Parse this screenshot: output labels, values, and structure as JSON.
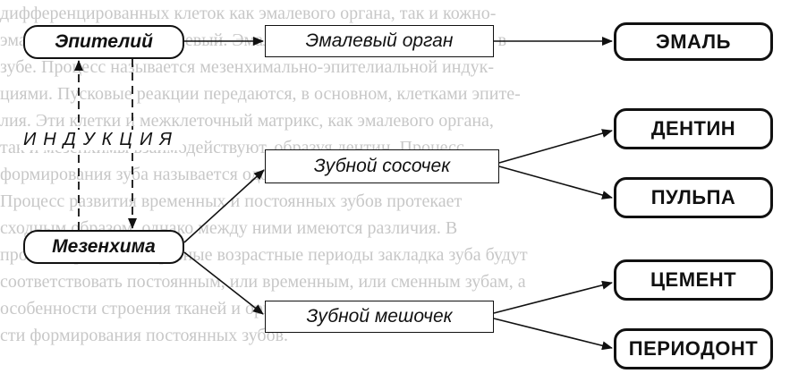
{
  "diagram": {
    "sources": {
      "epithelium": "Эпителий",
      "mesenchyme": "Мезенхима"
    },
    "induction_label": "ИНДУКЦИЯ",
    "intermediates": {
      "enamel_organ": "Эмалевый орган",
      "dental_papilla": "Зубной сосочек",
      "dental_sac": "Зубной мешочек"
    },
    "tissues": {
      "enamel": "ЭМАЛЬ",
      "dentin": "ДЕНТИН",
      "pulp": "ПУЛЬПА",
      "cement": "ЦЕМЕНТ",
      "periodont": "ПЕРИОДОНТ"
    },
    "connections": [
      {
        "from": "Эпителий",
        "to": "Эмалевый орган"
      },
      {
        "from": "Эмалевый орган",
        "to": "ЭМАЛЬ"
      },
      {
        "from": "Мезенхима",
        "to": "Зубной сосочек"
      },
      {
        "from": "Мезенхима",
        "to": "Зубной мешочек"
      },
      {
        "from": "Зубной сосочек",
        "to": "ДЕНТИН"
      },
      {
        "from": "Зубной сосочек",
        "to": "ПУЛЬПА"
      },
      {
        "from": "Зубной мешочек",
        "to": "ЦЕМЕНТ"
      },
      {
        "from": "Зубной мешочек",
        "to": "ПЕРИОДОНТ"
      },
      {
        "from": "Эпителий",
        "to": "Мезенхима",
        "style": "dashed"
      },
      {
        "from": "Мезенхима",
        "to": "Эпителий",
        "style": "dashed"
      }
    ]
  },
  "background_text": [
    "дифференцированных клеток как эмалевого органа, так и кожно-",
    "эмалевого органа в эмалевый. Эмалевый орган формирует эмаль в",
    "зубе. Процесс называется мезенхимально-эпителиальной индук-",
    "циями. Пусковые реакции передаются, в основном, клетками эпите-",
    "лия. Эти клетки и межклеточный матрикс, как эмалевого органа,",
    "так и мезенхимы взаимодействуют, образуя дентин. Процесс",
    "формирования зуба называется одонтогенезом.",
    "Процесс развития временных и постоянных зубов протекает",
    "сходным образом, однако между ними имеются различия. В",
    "процессе развития в разные возрастные периоды закладка зуба будут",
    "соответствовать постоянным, или временным, или сменным зубам, а",
    "особенности строения тканей и органов определяют особенно-",
    "сти формирования постоянных зубов."
  ]
}
